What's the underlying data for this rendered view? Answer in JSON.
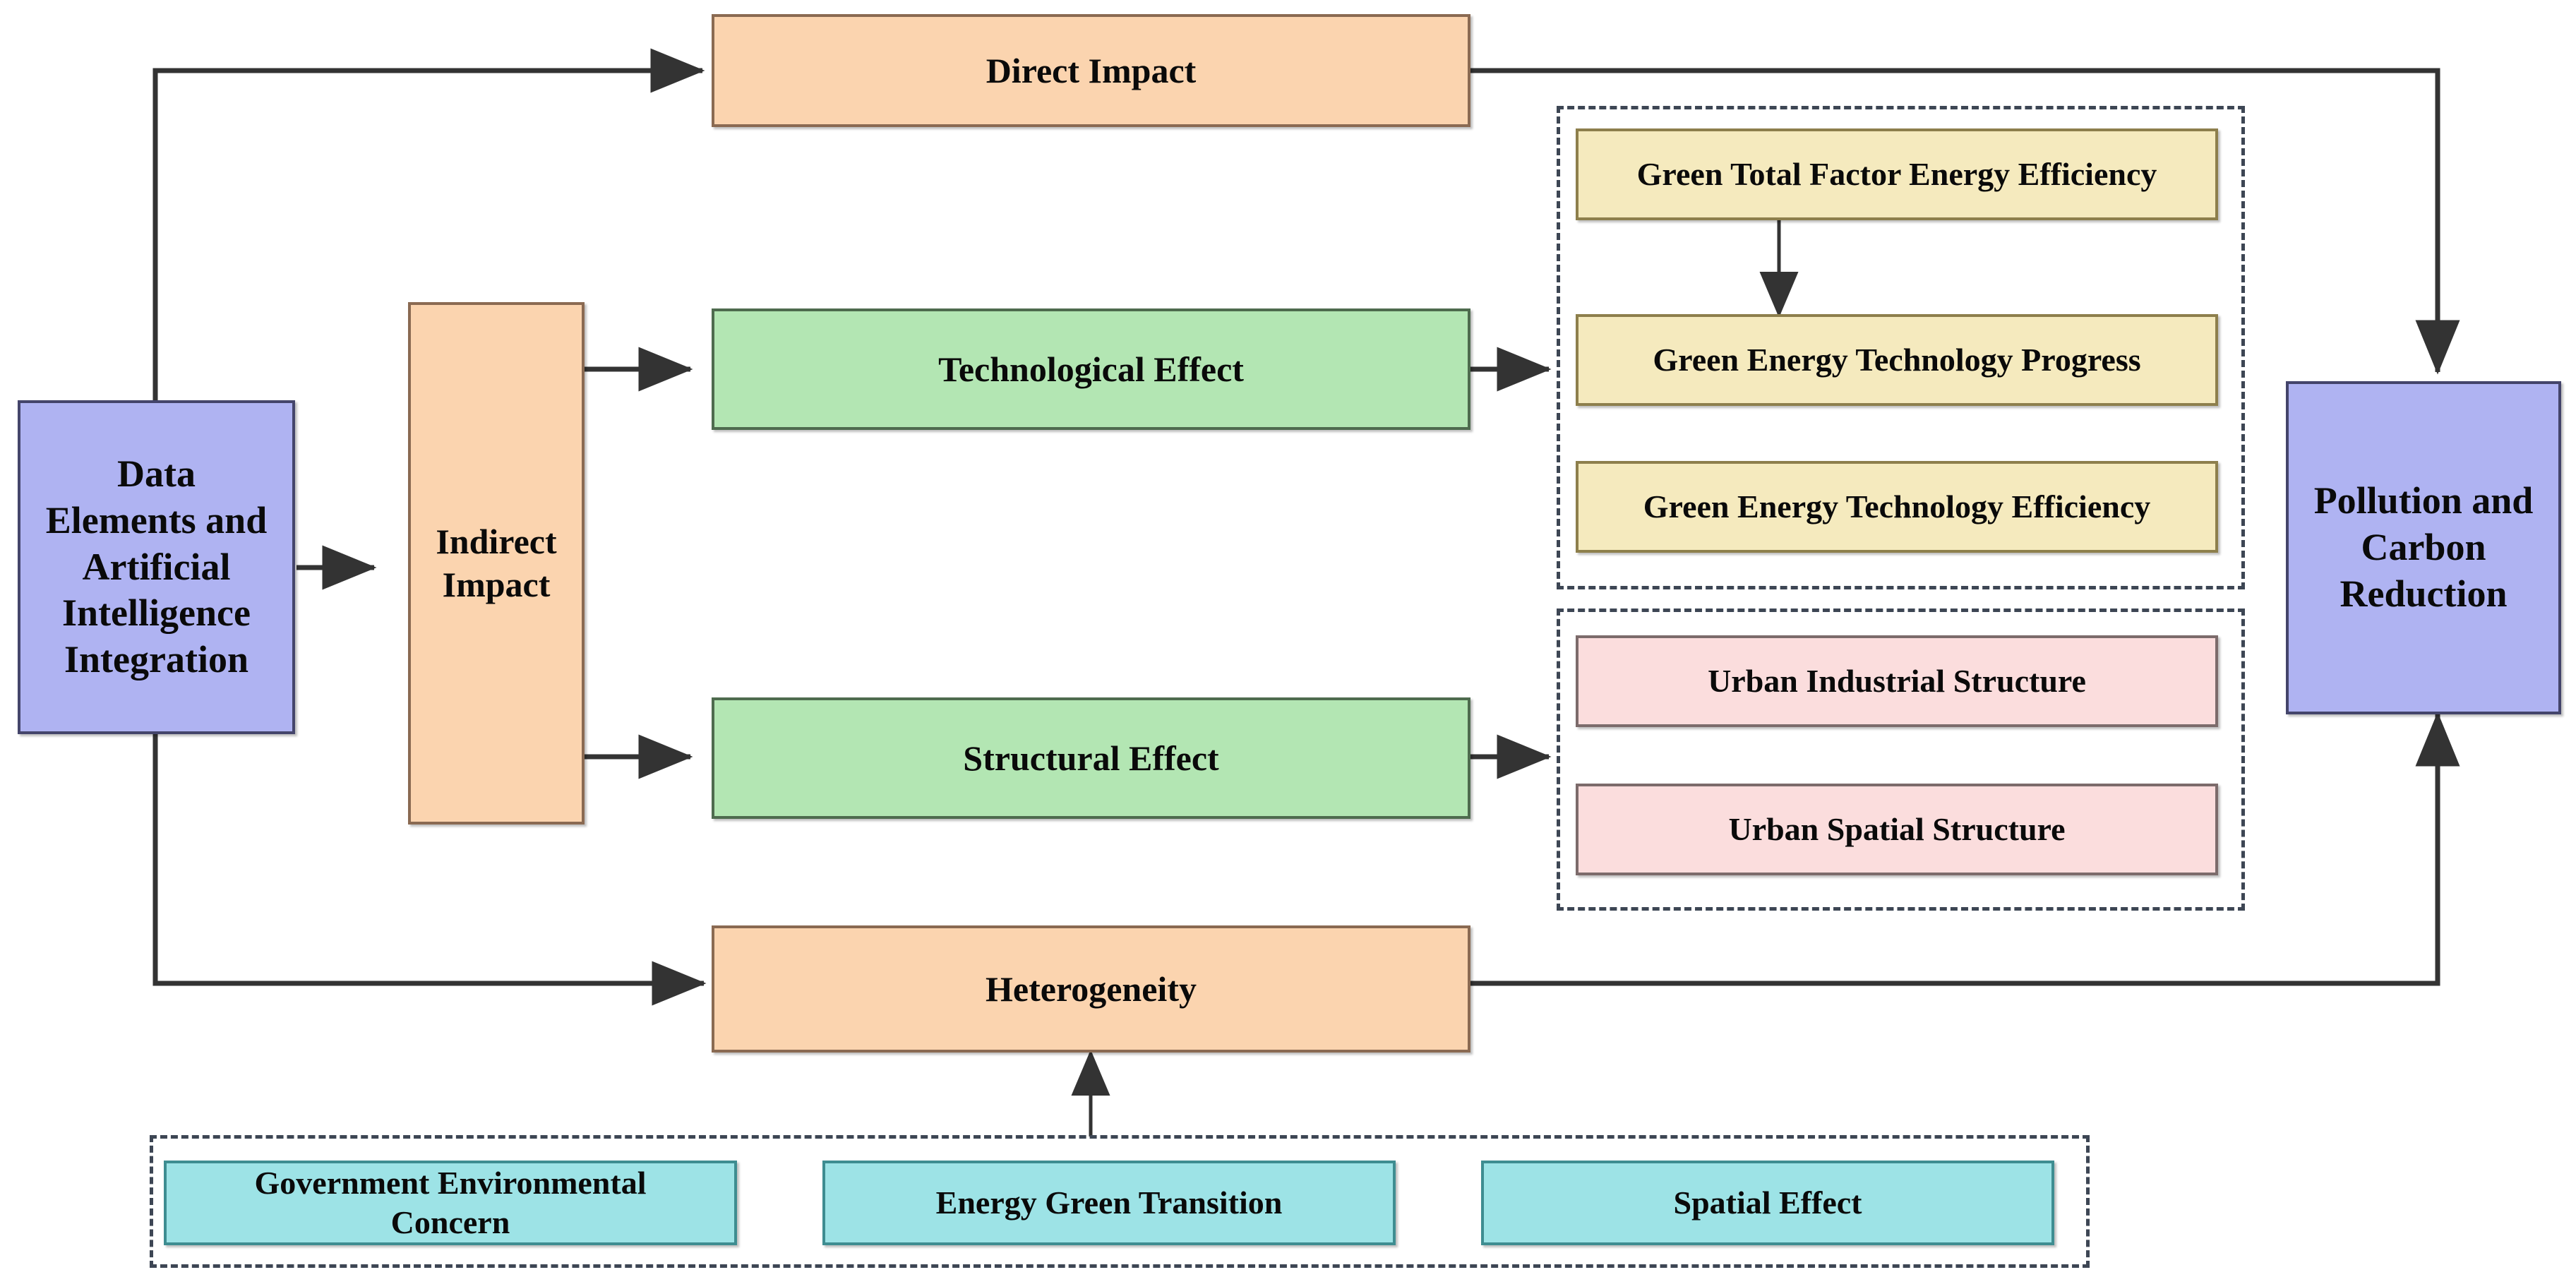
{
  "diagram": {
    "title": "Data Elements and Artificial Intelligence Integration impact framework",
    "colors": {
      "blue_fill": "#AFB3F2",
      "peach_fill": "#FBD4AF",
      "green_fill": "#B3E6B3",
      "yellow_fill": "#F5EABE",
      "pink_fill": "#FBDDDD",
      "cyan_fill": "#9DE3E6",
      "dashed_border": "#3d4654",
      "edge_line": "#333333",
      "background": "#FFFFFF"
    },
    "nodes": {
      "source": {
        "label": "Data\nElements and\nArtificial\nIntelligence\nIntegration"
      },
      "direct_impact": {
        "label": "Direct Impact"
      },
      "indirect_impact": {
        "label": "Indirect\nImpact"
      },
      "technological_effect": {
        "label": "Technological Effect"
      },
      "structural_effect": {
        "label": "Structural Effect"
      },
      "heterogeneity": {
        "label": "Heterogeneity"
      },
      "outcome": {
        "label": "Pollution and\nCarbon\nReduction"
      },
      "green_total_factor_energy_efficiency": {
        "label": "Green Total Factor Energy Efficiency"
      },
      "green_energy_technology_progress": {
        "label": "Green Energy Technology Progress"
      },
      "green_energy_technology_efficiency": {
        "label": "Green Energy Technology Efficiency"
      },
      "urban_industrial_structure": {
        "label": "Urban Industrial Structure"
      },
      "urban_spatial_structure": {
        "label": "Urban Spatial Structure"
      },
      "government_environmental_concern": {
        "label": "Government Environmental\nConcern"
      },
      "energy_green_transition": {
        "label": "Energy Green Transition"
      },
      "spatial_effect": {
        "label": "Spatial Effect"
      }
    },
    "groups": {
      "technology_group": {
        "members": [
          "Green Total Factor Energy Efficiency",
          "Green Energy Technology Progress",
          "Green Energy Technology Efficiency"
        ]
      },
      "structure_group": {
        "members": [
          "Urban Industrial Structure",
          "Urban Spatial Structure"
        ]
      },
      "heterogeneity_group": {
        "members": [
          "Government Environmental Concern",
          "Energy Green Transition",
          "Spatial Effect"
        ]
      }
    },
    "edges": [
      {
        "from": "Data Elements and Artificial Intelligence Integration",
        "to": "Direct Impact",
        "style": "orthogonal-arrow"
      },
      {
        "from": "Data Elements and Artificial Intelligence Integration",
        "to": "Indirect Impact",
        "style": "straight-arrow"
      },
      {
        "from": "Data Elements and Artificial Intelligence Integration",
        "to": "Heterogeneity",
        "style": "orthogonal-arrow"
      },
      {
        "from": "Indirect Impact",
        "to": "Technological Effect",
        "style": "orthogonal-arrow"
      },
      {
        "from": "Indirect Impact",
        "to": "Structural Effect",
        "style": "orthogonal-arrow"
      },
      {
        "from": "Technological Effect",
        "to": "technology_group",
        "style": "straight-arrow"
      },
      {
        "from": "Structural Effect",
        "to": "structure_group",
        "style": "straight-arrow"
      },
      {
        "from": "Green Total Factor Energy Efficiency",
        "to": "Green Energy Technology Progress",
        "style": "straight-arrow-down"
      },
      {
        "from": "Direct Impact",
        "to": "Pollution and Carbon Reduction",
        "style": "orthogonal-arrow"
      },
      {
        "from": "Heterogeneity",
        "to": "Pollution and Carbon Reduction",
        "style": "orthogonal-arrow"
      },
      {
        "from": "heterogeneity_group",
        "to": "Heterogeneity",
        "style": "straight-arrow-up"
      }
    ]
  }
}
